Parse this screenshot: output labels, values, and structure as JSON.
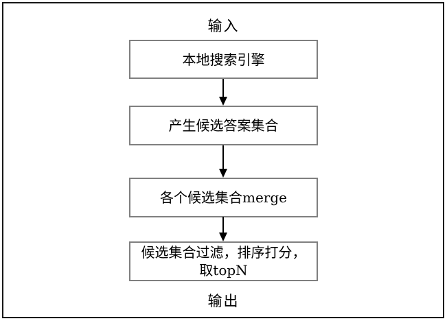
{
  "diagram": {
    "title": "search-candidate-flowchart",
    "input_label": "输入",
    "output_label": "输出",
    "boxes": [
      {
        "label": "本地搜索引擎"
      },
      {
        "label": "产生候选答案集合"
      },
      {
        "label": "各个候选集合merge"
      },
      {
        "label": "候选集合过滤，排序打分，\n取topN"
      }
    ],
    "arrows": [
      {
        "from": "本地搜索引擎",
        "to": "产生候选答案集合",
        "direction": "down"
      },
      {
        "from": "产生候选答案集合",
        "to": "各个候选集合merge",
        "direction": "down"
      },
      {
        "from": "各个候选集合merge",
        "to": "候选集合过滤，排序打分，取topN",
        "direction": "down"
      }
    ],
    "colors": {
      "box_border": "#7f7f7f",
      "frame_border": "#161616",
      "arrow": "#000000",
      "text": "#000000",
      "background": "#ffffff"
    }
  }
}
